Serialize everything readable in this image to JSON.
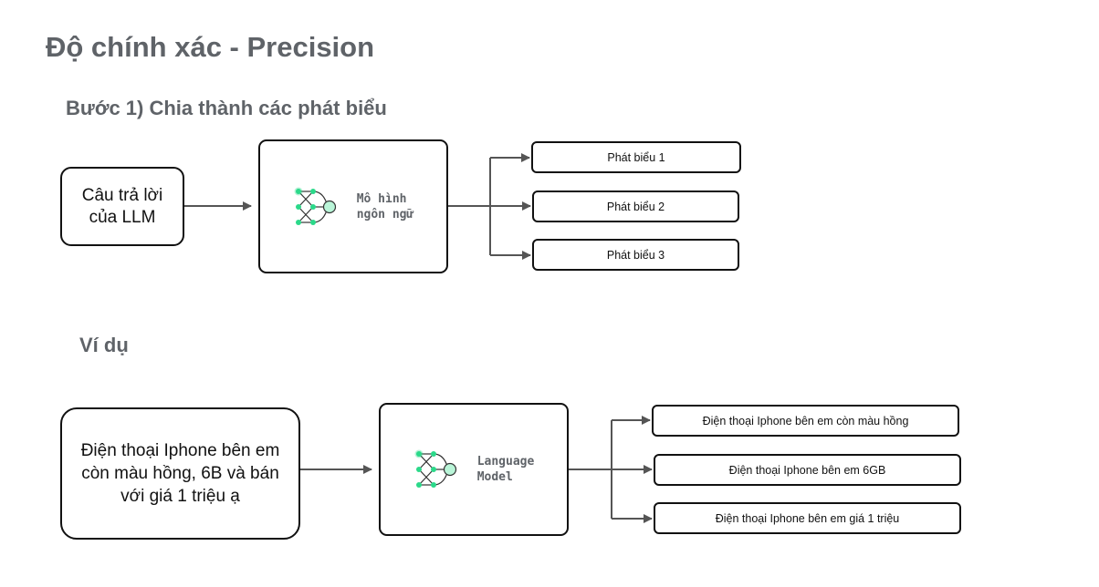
{
  "title": "Độ chính xác - Precision",
  "step1": {
    "heading": "Bước 1) Chia thành các phát biểu",
    "input": "Câu trả lời của LLM",
    "model_label": "Mô hình\nngôn ngữ",
    "model_icon": "neural-network-icon",
    "outputs": [
      "Phát biểu 1",
      "Phát biểu 2",
      "Phát biểu 3"
    ]
  },
  "example": {
    "heading": "Ví dụ",
    "input": "Điện thoại Iphone bên em còn màu hồng, 6B và bán với giá 1 triệu ạ",
    "model_label": "Language\nModel",
    "model_icon": "neural-network-icon",
    "outputs": [
      "Điện thoại Iphone bên em còn màu hồng",
      "Điện thoại Iphone bên em 6GB",
      "Điện thoại Iphone bên em giá 1 triệu"
    ]
  },
  "colors": {
    "heading": "#5f6368",
    "node_green": "#2bd98a",
    "node_light": "#b9f5d8",
    "line": "#555555"
  }
}
